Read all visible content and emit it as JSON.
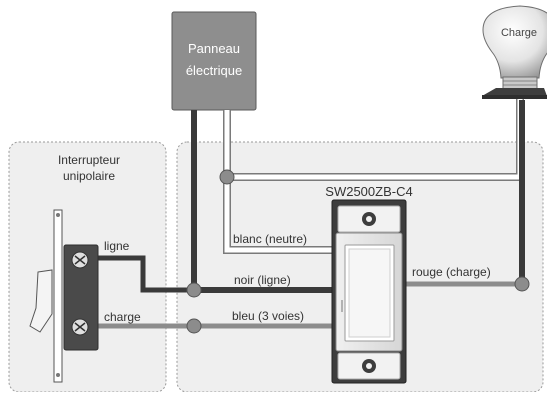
{
  "panel": {
    "label_line1": "Panneau",
    "label_line2": "électrique"
  },
  "bulb": {
    "label": "Charge"
  },
  "single_pole_switch": {
    "title_line1": "Interrupteur",
    "title_line2": "unipolaire"
  },
  "smart_switch": {
    "model": "SW2500ZB-C4"
  },
  "wires": {
    "line_left": "ligne",
    "load_left": "charge",
    "neutral": "blanc (neutre)",
    "black_line": "noir (ligne)",
    "blue_3way": "bleu (3 voies)",
    "red_load": "rouge (charge)"
  },
  "colors": {
    "black_wire": "#3a3a3a",
    "white_wire": "#ffffff",
    "white_wire_outline": "#8a8a8a",
    "gray_wire": "#8c8c8c",
    "panel_fill": "#8e8e8e",
    "dashed_border": "#9a9a9a",
    "box_fill": "#efefef"
  }
}
